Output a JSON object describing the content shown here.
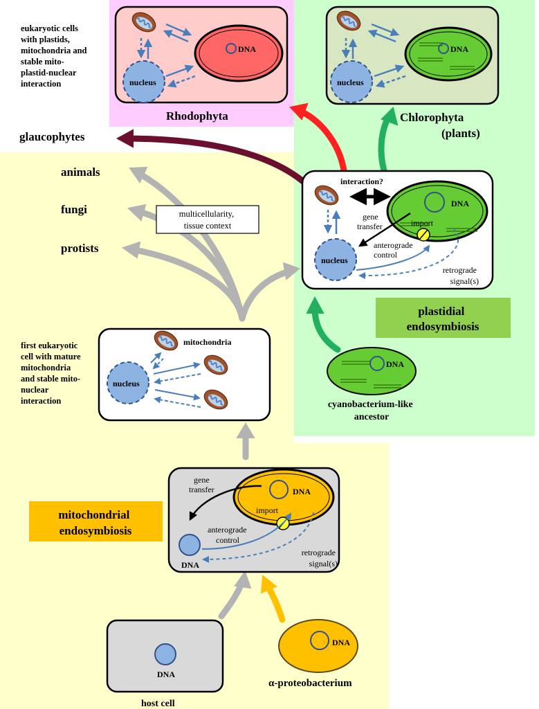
{
  "top_left_caption": [
    "eukaryotic cells",
    "with plastids,",
    "mitochondria and",
    "stable mito-",
    "plastid-nuclear",
    "interaction"
  ],
  "mid_left_caption": [
    "first eukaryotic",
    "cell with mature",
    "mitochondria",
    "and stable mito-",
    "nuclear",
    "interaction"
  ],
  "rhodophyta": {
    "name": "Rhodophyta",
    "dna": "DNA",
    "nucleus": "nucleus"
  },
  "chlorophyta": {
    "name_line1": "Chlorophyta",
    "name_line2": "(plants)",
    "dna": "DNA",
    "nucleus": "nucleus"
  },
  "lineages": {
    "glaucophytes": "glaucophytes",
    "animals": "animals",
    "fungi": "fungi",
    "protists": "protists"
  },
  "multicellularity_box": [
    "multicellularity,",
    "tissue context"
  ],
  "plastid_cell": {
    "interaction": "interaction?",
    "dna": "DNA",
    "gene_transfer": [
      "gene",
      "transfer"
    ],
    "import": "import",
    "nucleus": "nucleus",
    "anterograde": [
      "anterograde",
      "control"
    ],
    "retrograde": [
      "retrograde",
      "signal(s)"
    ]
  },
  "plastidial_label": [
    "plastidial",
    "endosymbiosis"
  ],
  "cyanobacterium": {
    "dna": "DNA",
    "label": [
      "cyanobacterium-like",
      "ancestor"
    ]
  },
  "mito_cell": {
    "nucleus": "nucleus",
    "mitochondria": "mitochondria"
  },
  "mitochondrial_label": [
    "mitochondrial",
    "endosymbiosis"
  ],
  "proto_cell": {
    "gene_transfer": [
      "gene",
      "transfer"
    ],
    "dna_mito": "DNA",
    "import": "import",
    "anterograde": [
      "anterograde",
      "control"
    ],
    "retrograde": [
      "retrograde",
      "signal(s)"
    ],
    "dna_host": "DNA"
  },
  "host_cell": {
    "dna": "DNA",
    "label": "host cell"
  },
  "proteobacterium": {
    "dna": "DNA",
    "label": "α-proteobacterium"
  },
  "colors": {
    "yellow_region": "#ffffcc",
    "green_region": "#ccffcc",
    "pink_region": "#ffccff",
    "rhodophyta_box": "#ffcccc",
    "chlorophyta_box": "#d9e6c2",
    "orange_label": "#ffc000",
    "green_label": "#92d050",
    "nucleus_blue": "#8db3e2",
    "mito_brown": "#a0522d",
    "red_plastid": "#ff6666",
    "green_plastid": "#66cc33",
    "arrow_red": "#ff2020",
    "arrow_green": "#22b060",
    "arrow_gray": "#b3b3b3",
    "arrow_maroon": "#6b0f2e",
    "arrow_orange": "#ffc000"
  }
}
